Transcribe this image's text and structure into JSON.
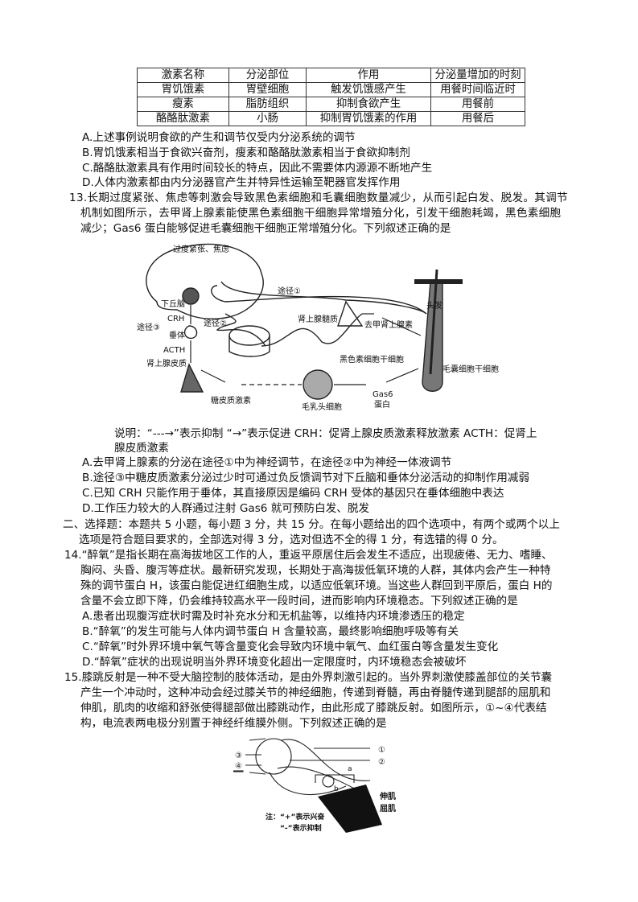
{
  "table": {
    "headers": [
      "激素名称",
      "分泌部位",
      "作用",
      "分泌量增加的时刻"
    ],
    "rows": [
      [
        "胃饥饿素",
        "胃壁细胞",
        "触发饥饿感产生",
        "用餐时间临近时"
      ],
      [
        "瘦素",
        "脂肪组织",
        "抑制食欲产生",
        "用餐前"
      ],
      [
        "酪酪肽激素",
        "小肠",
        "抑制胃饥饿素的作用",
        "用餐后"
      ]
    ]
  },
  "q12_options": [
    "A.上述事例说明食欲的产生和调节仅受内分泌系统的调节",
    "B.胃饥饿素相当于食欲兴奋剂，瘦素和酪酪肽激素相当于食欲抑制剂",
    "C.酪酪肽激素具有作用时间较长的特点，因此不需要体内源源不断地产生",
    "D.人体内激素都由内分泌器官产生并特异性运输至靶器官发挥作用"
  ],
  "q13": {
    "stem": [
      "13.长期过度紧张、焦虑等刺激会导致黑色素细胞和毛囊细胞数量减少，从而引起白发、脱发。其调节",
      "机制如图所示，去甲肾上腺素能使黑色素细胞干细胞异常增殖分化，引发干细胞耗竭，黑色素细胞",
      "减少；Gas6 蛋白能够促进毛囊细胞干细胞正常增殖分化。下列叙述正确的是"
    ],
    "figure": {
      "stress": "过度紧张、焦虑",
      "hypothalamus": "下丘脑",
      "crh": "CRH",
      "path1": "途径①",
      "path2": "途径②",
      "path3": "途径③",
      "pituitary": "垂体",
      "acth": "ACTH",
      "adrenal_cortex": "肾上腺皮质",
      "adrenal_medulla": "肾上腺髓质",
      "norepinephrine": "去甲肾上腺素",
      "hair": "头发",
      "melanocyte_stem": "黑色素细胞干细胞",
      "follicle_stem": "毛囊细胞干细胞",
      "glucocorticoid": "糖皮质激素",
      "papilla": "毛乳头细胞",
      "gas6_1": "Gas6",
      "gas6_2": "蛋白"
    },
    "note": [
      "说明：“---→”表示抑制 “→”表示促进 CRH：促肾上腺皮质激素释放激素 ACTH：促肾上",
      "腺皮质激素"
    ],
    "options": [
      "A.去甲肾上腺素的分泌在途径①中为神经调节，在途径②中为神经一体液调节",
      "B.途径③中糖皮质激素分泌过少时可通过负反馈调节对下丘脑和垂体分泌活动的抑制作用减弱",
      "C.已知 CRH 只能作用于垂体，其直接原因是编码 CRH 受体的基因只在垂体细胞中表达",
      "D.工作压力较大的人群通过注射 Gas6 就可预防白发、脱发"
    ]
  },
  "section2": [
    "二、选择题：本题共 5 小题，每小题 3 分，共 15 分。在每小题给出的四个选项中，有两个或两个以上",
    "选项是符合题目要求的，全部选对得 3 分，选对但选不全的得 1 分，有选错的得 0 分。"
  ],
  "q14": {
    "stem": [
      "14.“醉氧”是指长期在高海拔地区工作的人，重返平原居住后会发生不适应，出现疲倦、无力、嗜睡、",
      "胸闷、头昏、腹泻等症状。最新研究发现，长期处于高海拔低氧环境的人群，其体内会产生一种特",
      "殊的调节蛋白 H，该蛋白能促进红细胞生成，以适应低氧环境。当这些人群回到平原后，蛋白 H的",
      "含量不会立即下降，仍会维持较高水平一段时间，进而影响内环境稳态。下列叙述正确的是"
    ],
    "options": [
      "A.患者出现腹泻症状时需及时补充水分和无机盐等，以维持内环境渗透压的稳定",
      "B.“醉氧”的发生可能与人体内调节蛋白 H 含量较高，最终影响细胞呼吸等有关",
      "C.“醉氧”时外界环境中氧气等含量变化会导致内环境中氧气、血红蛋白等含量发生变化",
      "D.“醉氧”症状的出现说明当外界环境变化超出一定限度时，内环境稳态会被破坏"
    ]
  },
  "q15": {
    "stem": [
      "15.膝跳反射是一种不受大脑控制的肢体活动，是由外界刺激引起的。当外界刺激使膝盖部位的关节囊",
      "产生一个冲动时，这种冲动会经过膝关节的神经细胞，传递到脊髓，再由脊髓传递到腿部的屈肌和",
      "伸肌，肌肉的收缩和舒张使得腿部做出膝跳动作，由此形成了膝跳反射。如图所示，①~④代表结",
      "构，电流表两电极分别置于神经纤维膜外侧。下列叙述正确的是"
    ],
    "figure": {
      "n1": "①",
      "n2": "②",
      "n3": "③",
      "n4": "④",
      "a": "a",
      "b": "b",
      "extensor": "伸肌",
      "flexor": "屈肌",
      "note1": "注：“+”表示兴奋",
      "note2": "“-”表示抑制"
    }
  }
}
